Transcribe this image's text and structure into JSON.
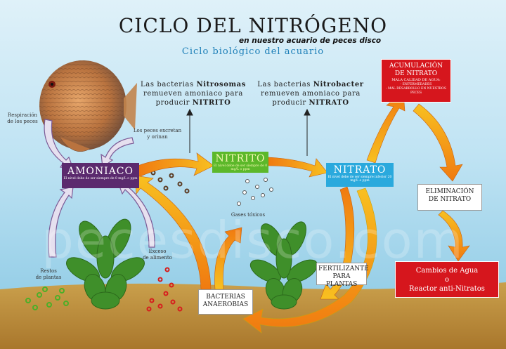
{
  "header": {
    "title": "CICLO DEL NITRÓGENO",
    "subtitle": "en nuestro acuario de peces disco",
    "subtitle2": "Ciclo biológico del acuario"
  },
  "nodes": {
    "amoniaco": {
      "label": "AMONIACO",
      "note": "El nivel debe de ser siempre de 0 mg/L o ppm"
    },
    "nitrito": {
      "label": "NITRITO",
      "note": "El nivel debe de ser siempre de 0 mg/L o ppm"
    },
    "nitrato": {
      "label": "NITRATO",
      "note": "El nivel debe de ser siempre inferior 20 mg/L o ppm"
    },
    "acumulacion": {
      "label_line1": "ACUMULACIÓN",
      "label_line2": "DE NITRATO",
      "sub1": "MALA CALIDAD DE AGUA:",
      "sub2": "- ENFERMEDADES",
      "sub3": "- MAL DESARROLLO EN NUESTROS PECES"
    },
    "eliminacion": {
      "line1": "ELIMINACIÓN",
      "line2": "DE NITRATO"
    },
    "cambios": {
      "line1": "Cambios de Agua",
      "line2": "o",
      "line3": "Reactor anti-Nitratos"
    },
    "bacterias_anaerobias": {
      "line1": "BACTERIAS",
      "line2": "ANAEROBIAS"
    },
    "fertilizante": {
      "line1": "FERTILIZANTE",
      "line2": "PARA PLANTAS"
    }
  },
  "notes": {
    "nitrosomas": {
      "line1_pre": "Las bacterias ",
      "line1_bold": "Nitrosomas",
      "line2": "remueven amoniaco para",
      "line3_pre": "producir ",
      "line3_bold": "NITRITO"
    },
    "nitrobacter": {
      "line1_pre": "Las bacterias ",
      "line1_bold": "Nitrobacter",
      "line2": "remueven amoniaco para",
      "line3_pre": "producir ",
      "line3_bold": "NITRATO"
    }
  },
  "labels": {
    "respiracion": {
      "line1": "Respiración",
      "line2": "de los peces"
    },
    "excretan": {
      "line1": "Los peces excretan",
      "line2": "y orinan"
    },
    "restos": {
      "line1": "Restos",
      "line2": "de plantas"
    },
    "exceso": {
      "line1": "Exceso",
      "line2": "de alimento"
    },
    "gases": "Gases tóxicos"
  },
  "watermark": "pecesdisco.com",
  "colors": {
    "amoniaco": "#5b2a6e",
    "nitrito": "#5cb82a",
    "nitrato": "#2aa9dd",
    "red_box": "#d6161d",
    "arrow_orange": "#f07a10",
    "arrow_yellow": "#f8c020",
    "sand": "#b98a3a"
  }
}
